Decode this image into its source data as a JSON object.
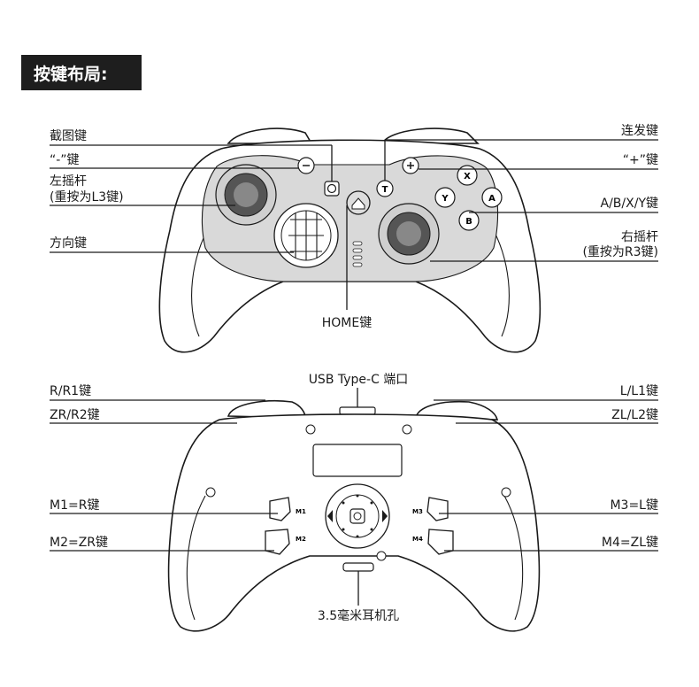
{
  "title": "按键布局:",
  "front": {
    "screenshot_key": "截图键",
    "minus_key": "“-”键",
    "left_stick": "左摇杆",
    "left_stick_press": "(重按为L3键)",
    "dpad": "方向键",
    "turbo_key": "连发键",
    "plus_key": "“+”键",
    "abxy_key": "A/B/X/Y键",
    "right_stick": "右摇杆",
    "right_stick_press": "(重按为R3键)",
    "home_key": "HOME键",
    "face_buttons": [
      "X",
      "Y",
      "A",
      "B"
    ],
    "turbo_glyph": "T"
  },
  "back": {
    "usb_port": "USB Type-C 端口",
    "r_r1": "R/R1键",
    "zr_r2": "ZR/R2键",
    "l_l1": "L/L1键",
    "zl_l2": "ZL/L2键",
    "m1": "M1=R键",
    "m2": "M2=ZR键",
    "m3": "M3=L键",
    "m4": "M4=ZL键",
    "jack": "3.5毫米耳机孔",
    "paddle_tags": [
      "M1",
      "M2",
      "M3",
      "M4"
    ]
  }
}
